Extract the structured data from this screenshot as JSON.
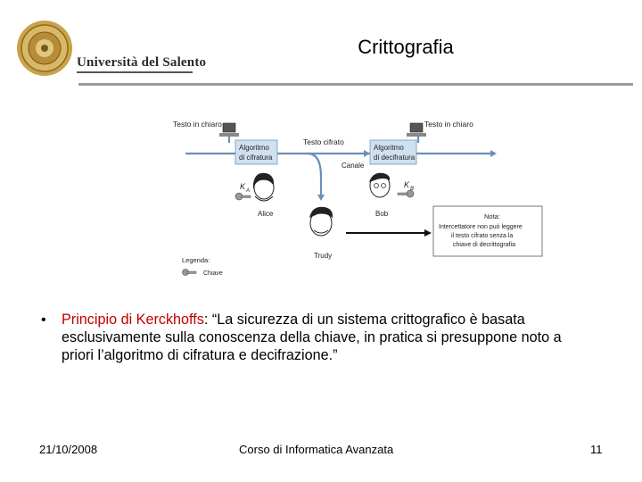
{
  "header": {
    "university": "Università del Salento",
    "title": "Crittografia"
  },
  "diagram": {
    "plaintext_left": "Testo in chiaro",
    "plaintext_right": "Testo in chiaro",
    "ciphertext": "Testo cifrato",
    "encrypt_line1": "Algoritmo",
    "encrypt_line2": "di cifratura",
    "decrypt_line1": "Algoritmo",
    "decrypt_line2": "di decifratura",
    "channel": "Canale",
    "key_a": "K",
    "key_a_sub": "A",
    "key_b": "K",
    "key_b_sub": "B",
    "alice": "Alice",
    "bob": "Bob",
    "trudy": "Trudy",
    "note_title": "Nota:",
    "note_line1": "Intercettatore non può leggere",
    "note_line2": "il testo cifrato senza la",
    "note_line3": "chiave di decrittografia",
    "legend_title": "Legenda:",
    "legend_key": "Chiave"
  },
  "content": {
    "bullet_symbol": "•",
    "kerckhoffs_label": "Principio di Kerckhoffs",
    "principle_text": ": “La sicurezza di un sistema crittografico è basata esclusivamente sulla conoscenza della chiave, in pratica si presuppone noto a priori l’algoritmo di cifratura e decifrazione.”"
  },
  "footer": {
    "date": "21/10/2008",
    "course": "Corso di Informatica Avanzata",
    "page": "11"
  },
  "colors": {
    "accent_red": "#c00000",
    "box_fill": "#cfe0f0",
    "line_blue": "#6b8fb8",
    "rule_gray": "#9a9a9a"
  }
}
